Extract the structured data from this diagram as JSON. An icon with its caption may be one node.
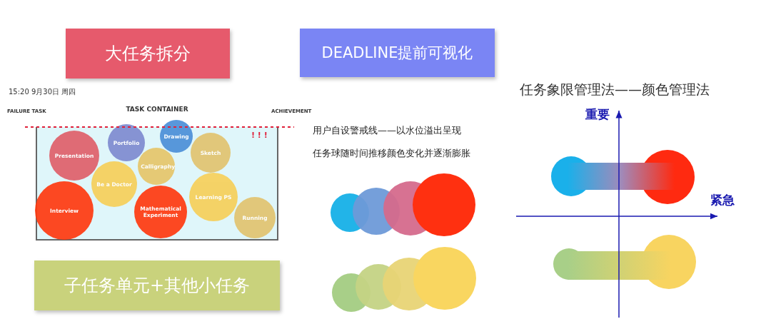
{
  "diagram": {
    "nodes": [
      {
        "text": [
          "大任务拆分"
        ]
      },
      {
        "text": [
          "DEADLINE提前可视化"
        ]
      },
      {
        "text": [
          "TASK CONTAINER"
        ]
      },
      {
        "text": [
          "Presentation"
        ],
        "in": 2
      },
      {
        "text": [
          "Portfolio"
        ],
        "in": 2
      },
      {
        "text": [
          "Drawing"
        ],
        "in": 2
      },
      {
        "text": [
          "Sketch"
        ],
        "in": 2
      },
      {
        "text": [
          "Calligraphy"
        ],
        "in": 2
      },
      {
        "text": [
          "Be a Doctor"
        ],
        "in": 2
      },
      {
        "text": [
          "Interview"
        ],
        "in": 2
      },
      {
        "text": [
          "Mathematical Experiment"
        ],
        "in": 2
      },
      {
        "text": [
          "Learning PS"
        ],
        "in": 2
      },
      {
        "text": [
          "Running"
        ],
        "in": 2
      },
      {
        "text": [
          "子任务单元+其他小任务"
        ]
      }
    ],
    "edges": [],
    "labels": [
      "15:20 9月30日 周四",
      "FAILURE TASK",
      "ACHIEVEMENT",
      "! ! !",
      "用户自设警戒线——以水位溢出呈现",
      "任务球随时间推移颜色变化并逐渐膨胀",
      "任务象限管理法——颜色管理法",
      "重要",
      "紧急"
    ]
  }
}
